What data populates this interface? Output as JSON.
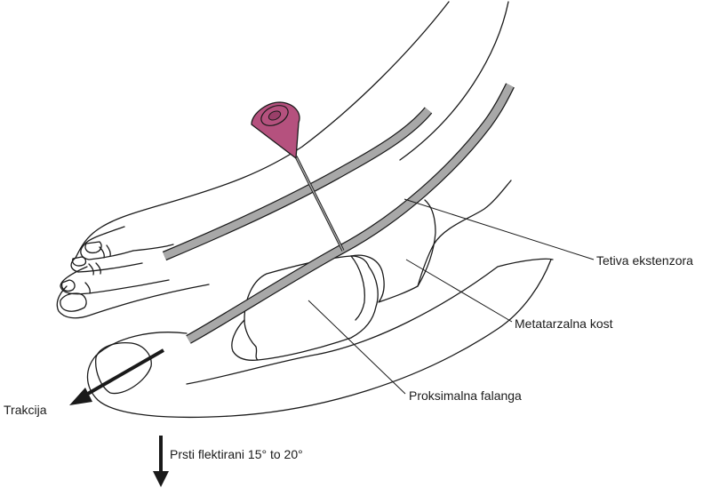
{
  "labels": {
    "tendon": "Tetiva ekstenzora",
    "metatarsal": "Metatarzalna kost",
    "phalanx": "Proksimalna falanga",
    "traction": "Trakcija",
    "flexion": "Prsti flektirani 15° to 20°"
  },
  "colors": {
    "needle_hub": "#b5517e",
    "tendon_fill": "#a8a8a8",
    "outline": "#1a1a1a"
  }
}
